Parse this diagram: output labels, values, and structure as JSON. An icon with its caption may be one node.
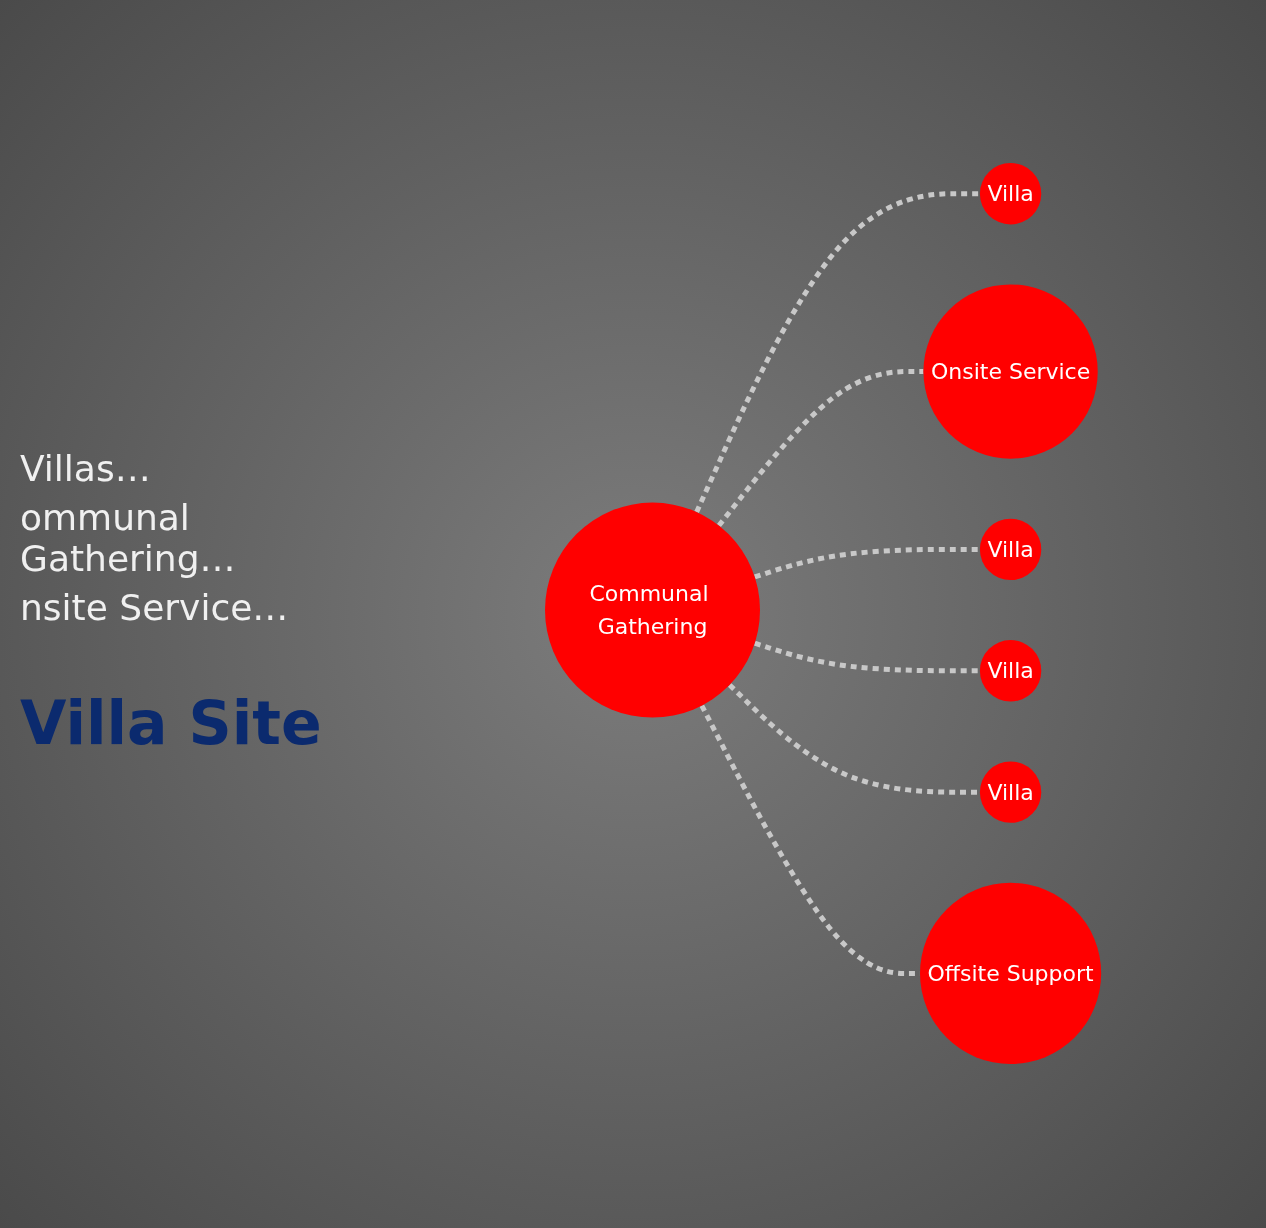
{
  "diagram": {
    "nodes": [
      {
        "text": [
          "Villa"
        ]
      },
      {
        "text": [
          "Onsite Service"
        ]
      },
      {
        "text": [
          "Villa"
        ]
      },
      {
        "text": [
          "Communal Gathering"
        ]
      },
      {
        "text": [
          "Villa"
        ]
      },
      {
        "text": [
          "Villa"
        ]
      },
      {
        "text": [
          "Offsite Support"
        ]
      }
    ],
    "edges": [
      {
        "from": 3,
        "to": 0,
        "arrow": "none",
        "style": "dashed"
      },
      {
        "from": 3,
        "to": 1,
        "arrow": "none",
        "style": "dashed"
      },
      {
        "from": 3,
        "to": 2,
        "arrow": "none",
        "style": "dashed"
      },
      {
        "from": 3,
        "to": 4,
        "arrow": "none",
        "style": "dashed"
      },
      {
        "from": 3,
        "to": 5,
        "arrow": "none",
        "style": "dashed"
      },
      {
        "from": 3,
        "to": 6,
        "arrow": "none",
        "style": "dashed"
      }
    ],
    "labels": [
      "Villas…",
      "ommunal Gathering…",
      "nsite Service…",
      "Villa Site"
    ]
  }
}
